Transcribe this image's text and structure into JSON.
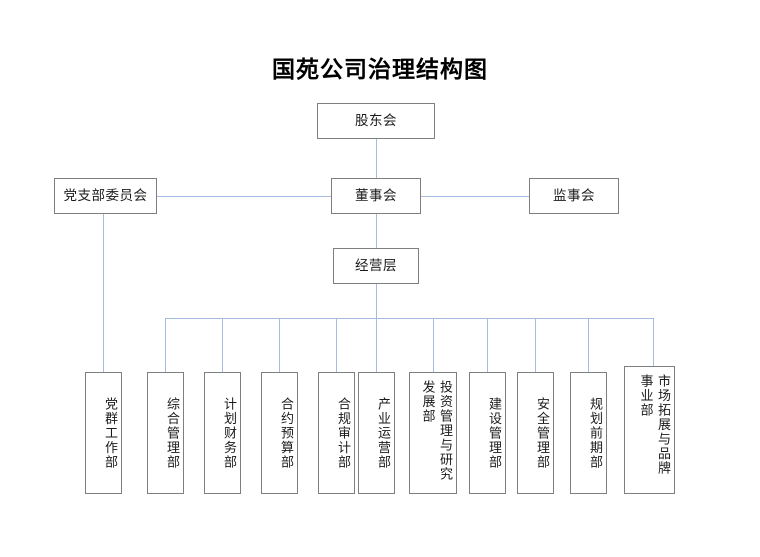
{
  "title": "国苑公司治理结构图",
  "chart_data": {
    "type": "diagram",
    "diagram_kind": "org-chart",
    "title": "国苑公司治理结构图",
    "orientation": "top-down",
    "box_border_color": "#7f7f7f",
    "connector_color": "#a3bcdf",
    "background": "#ffffff",
    "nodes": [
      {
        "id": "shareholders",
        "label": "股东会",
        "level": 0,
        "text_direction": "horizontal"
      },
      {
        "id": "party-committee",
        "label": "党支部委员会",
        "level": 1,
        "text_direction": "horizontal"
      },
      {
        "id": "board",
        "label": "董事会",
        "level": 1,
        "text_direction": "horizontal"
      },
      {
        "id": "supervisors",
        "label": "监事会",
        "level": 1,
        "text_direction": "horizontal"
      },
      {
        "id": "management",
        "label": "经营层",
        "level": 2,
        "text_direction": "horizontal"
      },
      {
        "id": "dept-1",
        "label": "党群工作部",
        "level": 3,
        "text_direction": "vertical"
      },
      {
        "id": "dept-2",
        "label": "综合管理部",
        "level": 3,
        "text_direction": "vertical"
      },
      {
        "id": "dept-3",
        "label": "计划财务部",
        "level": 3,
        "text_direction": "vertical"
      },
      {
        "id": "dept-4",
        "label": "合约预算部",
        "level": 3,
        "text_direction": "vertical"
      },
      {
        "id": "dept-5",
        "label": "合规审计部",
        "level": 3,
        "text_direction": "vertical"
      },
      {
        "id": "dept-6",
        "label": "产业运营部",
        "level": 3,
        "text_direction": "vertical"
      },
      {
        "id": "dept-7",
        "label": "投资管理与研究发展部",
        "level": 3,
        "text_direction": "vertical"
      },
      {
        "id": "dept-8",
        "label": "建设管理部",
        "level": 3,
        "text_direction": "vertical"
      },
      {
        "id": "dept-9",
        "label": "安全管理部",
        "level": 3,
        "text_direction": "vertical"
      },
      {
        "id": "dept-10",
        "label": "规划前期部",
        "level": 3,
        "text_direction": "vertical"
      },
      {
        "id": "dept-11",
        "label": "市场拓展与品牌事业部",
        "level": 3,
        "text_direction": "vertical"
      }
    ],
    "edges": [
      {
        "from": "shareholders",
        "to": "board"
      },
      {
        "from": "board",
        "to": "party-committee"
      },
      {
        "from": "board",
        "to": "supervisors"
      },
      {
        "from": "board",
        "to": "management"
      },
      {
        "from": "party-committee",
        "to": "dept-1"
      },
      {
        "from": "management",
        "to": "dept-2"
      },
      {
        "from": "management",
        "to": "dept-3"
      },
      {
        "from": "management",
        "to": "dept-4"
      },
      {
        "from": "management",
        "to": "dept-5"
      },
      {
        "from": "management",
        "to": "dept-6"
      },
      {
        "from": "management",
        "to": "dept-7"
      },
      {
        "from": "management",
        "to": "dept-8"
      },
      {
        "from": "management",
        "to": "dept-9"
      },
      {
        "from": "management",
        "to": "dept-10"
      },
      {
        "from": "management",
        "to": "dept-11"
      }
    ]
  },
  "nodes": {
    "shareholders": "股东会",
    "party_committee": "党支部委员会",
    "board": "董事会",
    "supervisors": "监事会",
    "management": "经营层",
    "dept_1": "党群工作部",
    "dept_2": "综合管理部",
    "dept_3": "计划财务部",
    "dept_4": "合约预算部",
    "dept_5": "合规审计部",
    "dept_6": "产业运营部",
    "dept_7": "投资管理与研究发展部",
    "dept_8": "建设管理部",
    "dept_9": "安全管理部",
    "dept_10": "规划前期部",
    "dept_11": "市场拓展与品牌事业部"
  }
}
